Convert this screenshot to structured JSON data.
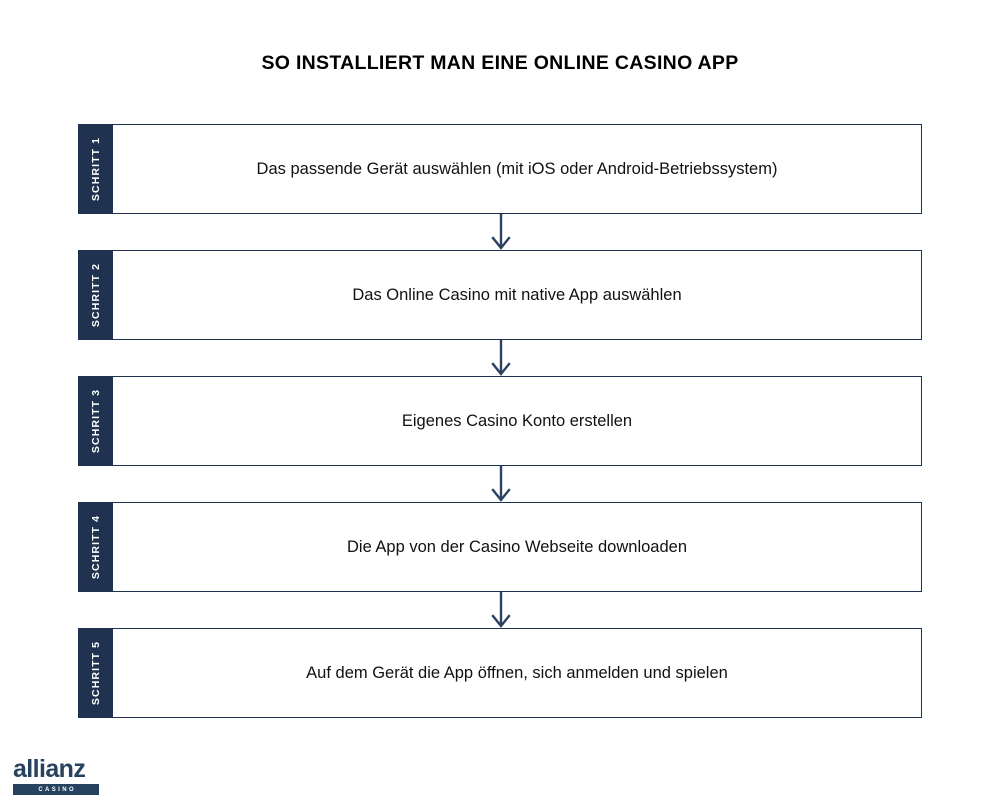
{
  "page": {
    "title": "SO INSTALLIERT MAN EINE ONLINE CASINO APP",
    "background_color": "#ffffff",
    "accent_color": "#1f3350",
    "title_color": "#000000",
    "body_text_color": "#111111"
  },
  "flow": {
    "type": "vertical-step-flow",
    "arrow_glyph": "arrow-down",
    "steps": [
      {
        "tab_label": "SCHRITT 1",
        "text": "Das passende Gerät auswählen (mit iOS oder Android-Betriebssystem)"
      },
      {
        "tab_label": "SCHRITT 2",
        "text": "Das Online Casino mit native App auswählen"
      },
      {
        "tab_label": "SCHRITT 3",
        "text": "Eigenes Casino Konto erstellen"
      },
      {
        "tab_label": "SCHRITT 4",
        "text": "Die App von der Casino Webseite downloaden"
      },
      {
        "tab_label": "SCHRITT 5",
        "text": "Auf dem Gerät die App öffnen, sich anmelden und spielen"
      }
    ]
  },
  "logo": {
    "wordmark": "allianz",
    "subtitle": "CASINO",
    "color": "#27425f"
  }
}
